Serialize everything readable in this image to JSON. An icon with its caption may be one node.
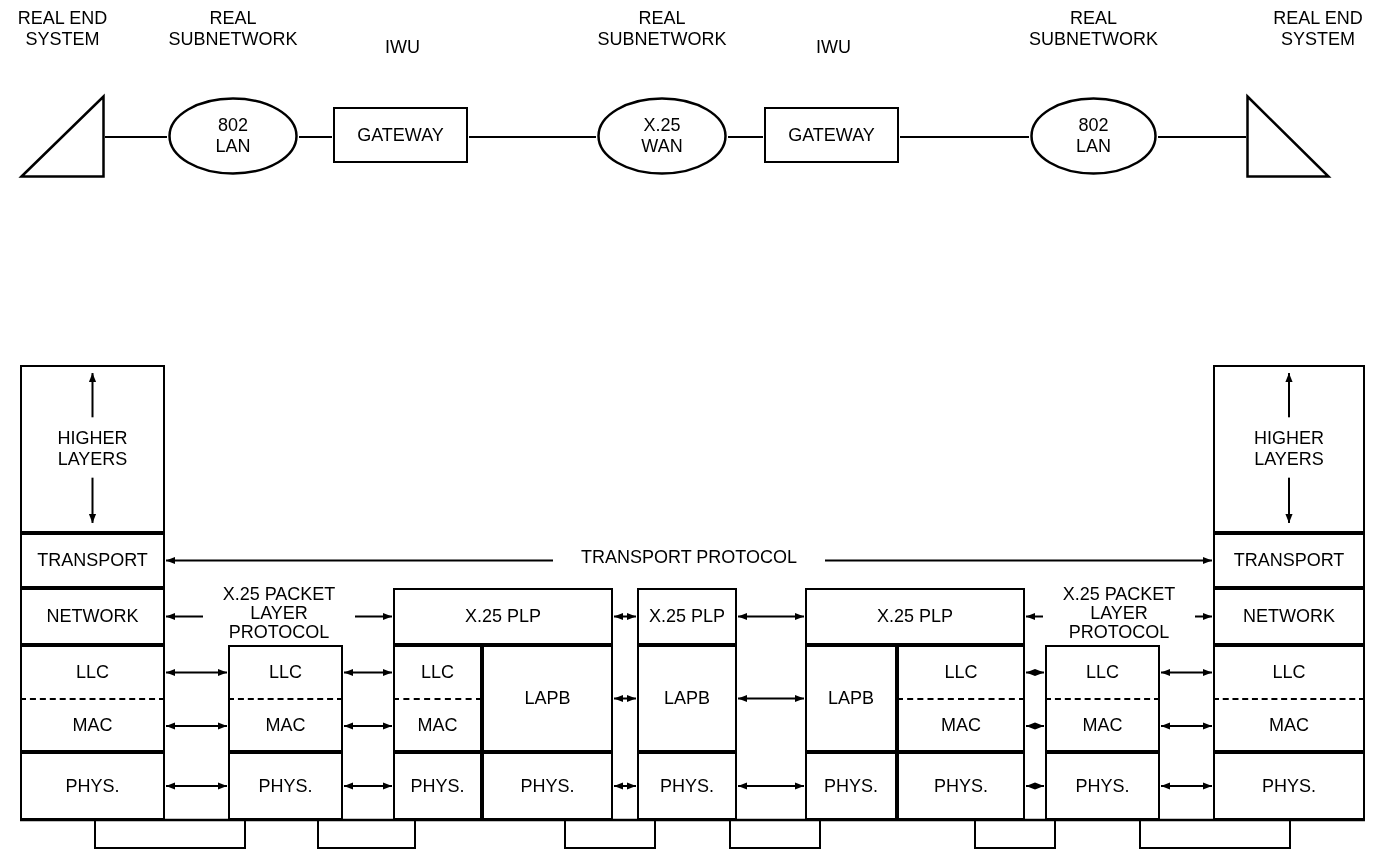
{
  "diagram": {
    "nodes": [
      {
        "text": [
          "REAL END SYSTEM"
        ]
      },
      {
        "text": [
          "REAL SUBNETWORK",
          "802 LAN"
        ]
      },
      {
        "text": [
          "IWU",
          "GATEWAY"
        ]
      },
      {
        "text": [
          "REAL SUBNETWORK",
          "X.25 WAN"
        ]
      },
      {
        "text": [
          "IWU",
          "GATEWAY"
        ]
      },
      {
        "text": [
          "REAL SUBNETWORK",
          "802 LAN"
        ]
      },
      {
        "text": [
          "REAL END SYSTEM"
        ]
      },
      {
        "text": [
          "HIGHER LAYERS"
        ]
      },
      {
        "text": [
          "TRANSPORT"
        ]
      },
      {
        "text": [
          "NETWORK"
        ]
      },
      {
        "text": [
          "LLC"
        ]
      },
      {
        "text": [
          "MAC"
        ]
      },
      {
        "text": [
          "PHYS."
        ]
      },
      {
        "text": [
          "LLC"
        ]
      },
      {
        "text": [
          "MAC"
        ]
      },
      {
        "text": [
          "PHYS."
        ]
      },
      {
        "text": [
          "X.25 PLP"
        ]
      },
      {
        "text": [
          "LLC"
        ]
      },
      {
        "text": [
          "MAC"
        ]
      },
      {
        "text": [
          "PHYS."
        ]
      },
      {
        "text": [
          "LAPB"
        ]
      },
      {
        "text": [
          "PHYS."
        ]
      },
      {
        "text": [
          "X.25 PLP"
        ]
      },
      {
        "text": [
          "LAPB"
        ]
      },
      {
        "text": [
          "PHYS."
        ]
      },
      {
        "text": [
          "X.25 PLP"
        ]
      },
      {
        "text": [
          "LAPB"
        ]
      },
      {
        "text": [
          "PHYS."
        ]
      },
      {
        "text": [
          "LLC"
        ]
      },
      {
        "text": [
          "MAC"
        ]
      },
      {
        "text": [
          "PHYS."
        ]
      },
      {
        "text": [
          "LLC"
        ]
      },
      {
        "text": [
          "MAC"
        ]
      },
      {
        "text": [
          "PHYS."
        ]
      },
      {
        "text": [
          "HIGHER LAYERS"
        ]
      },
      {
        "text": [
          "TRANSPORT"
        ]
      },
      {
        "text": [
          "NETWORK"
        ]
      },
      {
        "text": [
          "LLC"
        ]
      },
      {
        "text": [
          "MAC"
        ]
      },
      {
        "text": [
          "PHYS."
        ]
      }
    ],
    "edges": [
      {
        "from": 0,
        "to": 1,
        "arrow": "none"
      },
      {
        "from": 1,
        "to": 2,
        "arrow": "none"
      },
      {
        "from": 2,
        "to": 3,
        "arrow": "none"
      },
      {
        "from": 3,
        "to": 4,
        "arrow": "none"
      },
      {
        "from": 4,
        "to": 5,
        "arrow": "none"
      },
      {
        "from": 5,
        "to": 6,
        "arrow": "none"
      },
      {
        "from": 8,
        "to": 35,
        "arrow": "both",
        "label": "TRANSPORT PROTOCOL"
      },
      {
        "from": 9,
        "to": 16,
        "arrow": "both",
        "label": "X.25 PACKET LAYER PROTOCOL"
      },
      {
        "from": 10,
        "to": 13,
        "arrow": "both"
      },
      {
        "from": 11,
        "to": 14,
        "arrow": "both"
      },
      {
        "from": 12,
        "to": 15,
        "arrow": "both"
      },
      {
        "from": 13,
        "to": 17,
        "arrow": "both"
      },
      {
        "from": 14,
        "to": 18,
        "arrow": "both"
      },
      {
        "from": 15,
        "to": 19,
        "arrow": "both"
      },
      {
        "from": 16,
        "to": 22,
        "arrow": "both"
      },
      {
        "from": 20,
        "to": 23,
        "arrow": "both"
      },
      {
        "from": 21,
        "to": 24,
        "arrow": "both"
      },
      {
        "from": 22,
        "to": 25,
        "arrow": "both"
      },
      {
        "from": 23,
        "to": 26,
        "arrow": "both"
      },
      {
        "from": 24,
        "to": 27,
        "arrow": "both"
      },
      {
        "from": 25,
        "to": 36,
        "arrow": "both",
        "label": "X.25 PACKET LAYER PROTOCOL"
      },
      {
        "from": 28,
        "to": 31,
        "arrow": "both"
      },
      {
        "from": 29,
        "to": 32,
        "arrow": "both"
      },
      {
        "from": 30,
        "to": 33,
        "arrow": "both"
      },
      {
        "from": 31,
        "to": 37,
        "arrow": "both"
      },
      {
        "from": 32,
        "to": 38,
        "arrow": "both"
      },
      {
        "from": 33,
        "to": 39,
        "arrow": "both"
      },
      {
        "from": 12,
        "to": 15,
        "arrow": "none"
      },
      {
        "from": 15,
        "to": 19,
        "arrow": "none"
      },
      {
        "from": 21,
        "to": 24,
        "arrow": "none"
      },
      {
        "from": 24,
        "to": 27,
        "arrow": "none"
      },
      {
        "from": 30,
        "to": 33,
        "arrow": "none"
      },
      {
        "from": 33,
        "to": 39,
        "arrow": "none"
      }
    ]
  }
}
